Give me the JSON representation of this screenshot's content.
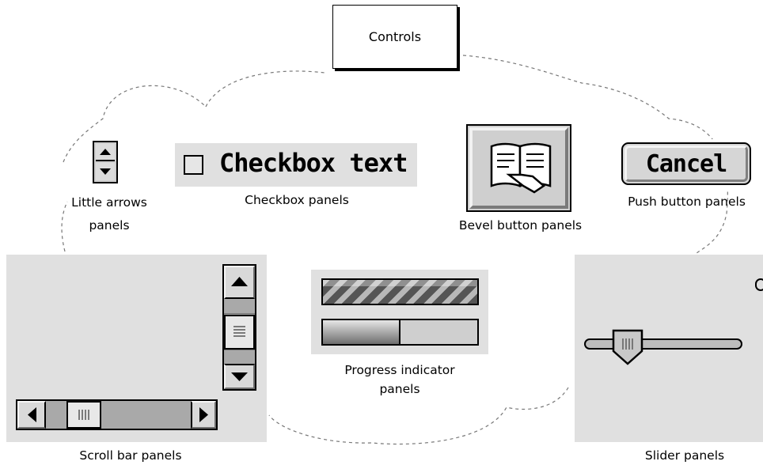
{
  "title": "Controls",
  "checkbox": {
    "text": "Checkbox text",
    "caption": "Checkbox panels"
  },
  "little_arrows": {
    "caption_line1": "Little arrows",
    "caption_line2": "panels"
  },
  "bevel_button": {
    "caption": "Bevel button panels",
    "icon": "book-with-hand-icon"
  },
  "push_button": {
    "text": "Cancel",
    "caption": "Push button panels"
  },
  "scroll_bar": {
    "caption": "Scroll bar panels"
  },
  "progress": {
    "caption_line1": "Progress indicator",
    "caption_line2": "panels",
    "determinate_fraction": 0.5
  },
  "slider": {
    "caption": "Slider panels",
    "value_fraction": 0.22
  },
  "colors": {
    "panel": "#e0e0e0",
    "control": "#d4d4d4",
    "frame": "#000000",
    "dashed_cloud": "#777777"
  }
}
